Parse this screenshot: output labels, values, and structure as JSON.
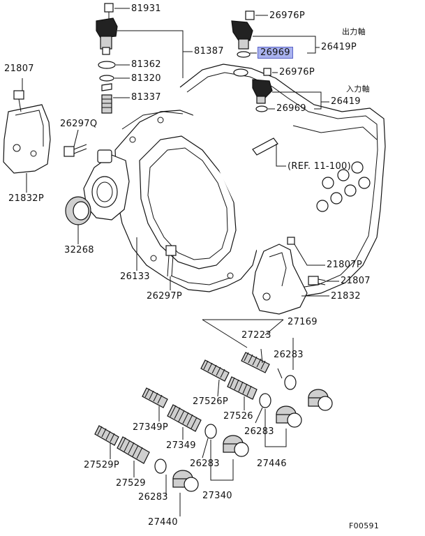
{
  "labels": {
    "p81931": "81931",
    "p26976P_top": "26976P",
    "jp_output": "出力軸",
    "p81387": "81387",
    "p26969_hl": "26969",
    "p26419P": "26419P",
    "p81362": "81362",
    "p21807_left": "21807",
    "p81320": "81320",
    "p26976P_mid": "26976P",
    "p81337": "81337",
    "jp_input": "入力軸",
    "p26969_mid": "26969",
    "p26419": "26419",
    "p26297Q": "26297Q",
    "ref": "(REF. 11-100)",
    "p21832P": "21832P",
    "p32268": "32268",
    "p26133": "26133",
    "p26297P": "26297P",
    "p21807P": "21807P",
    "p21807_right": "21807",
    "p21832": "21832",
    "p27169": "27169",
    "p27223": "27223",
    "p26283_a": "26283",
    "p27526P": "27526P",
    "p27526": "27526",
    "p27349P": "27349P",
    "p26283_b": "26283",
    "p27349": "27349",
    "p27446": "27446",
    "p26283_c": "26283",
    "p27529P": "27529P",
    "p27529": "27529",
    "p27340": "27340",
    "p26283_d": "26283",
    "p27440": "27440",
    "figure_code": "F00591"
  },
  "highlight_color": "#a9b2ee"
}
